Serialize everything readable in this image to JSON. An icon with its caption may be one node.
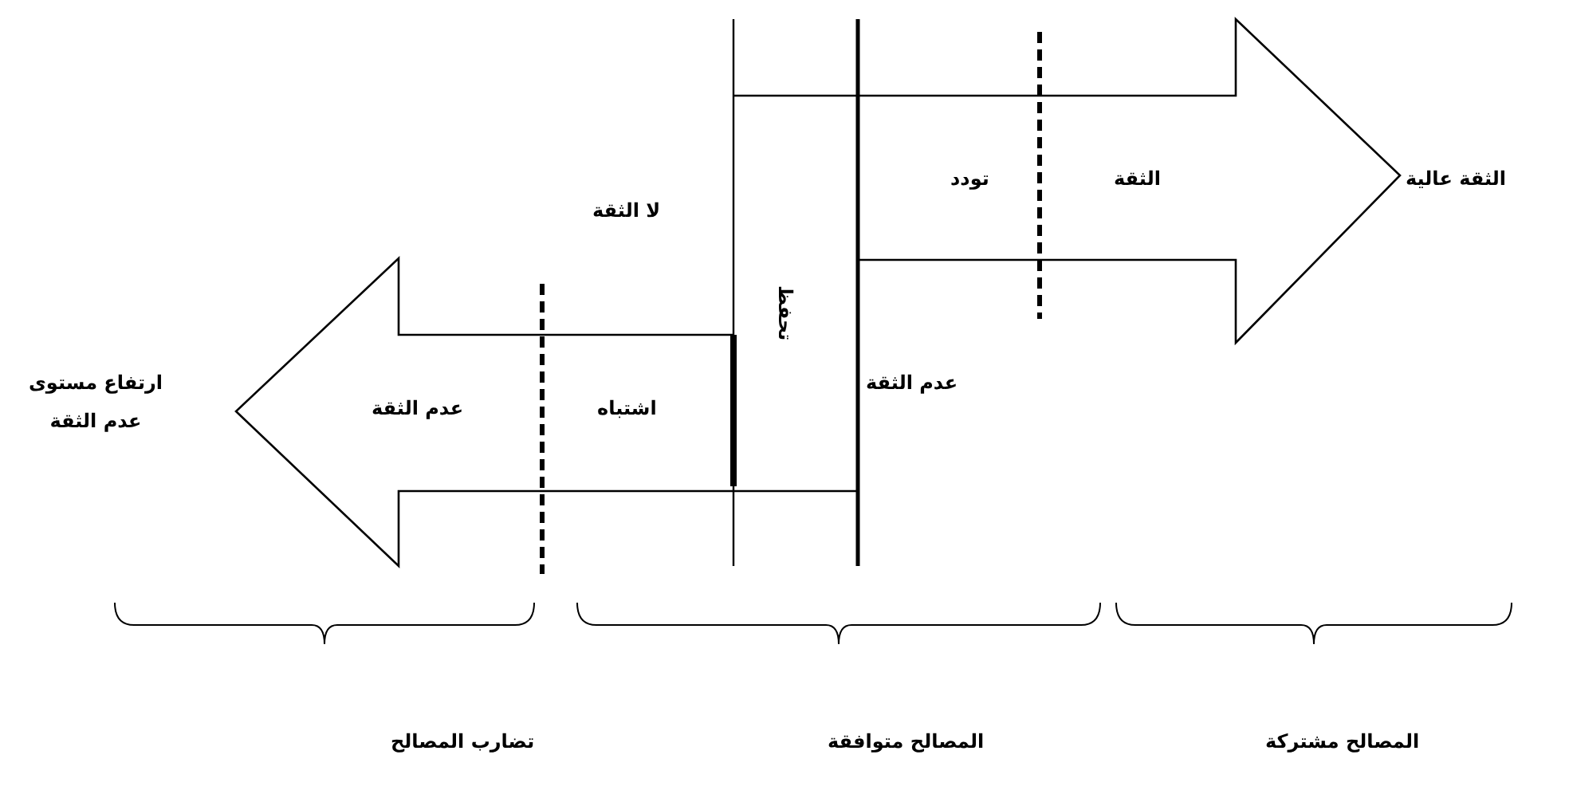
{
  "diagram": {
    "nodes": [
      {
        "text": [
          "اشتباه",
          "عدم الثقة"
        ]
      },
      {
        "text": [
          "الثقة",
          "تودد"
        ]
      }
    ],
    "edges": [],
    "labels": [
      "لا الثقة",
      "الثقة عالية",
      "تحفظ",
      "ارتفاع مستوى عدم الثقة",
      "عدم الثقة",
      "تضارب المصالح",
      "المصالح متوافقة",
      "المصالح مشتركة"
    ]
  }
}
